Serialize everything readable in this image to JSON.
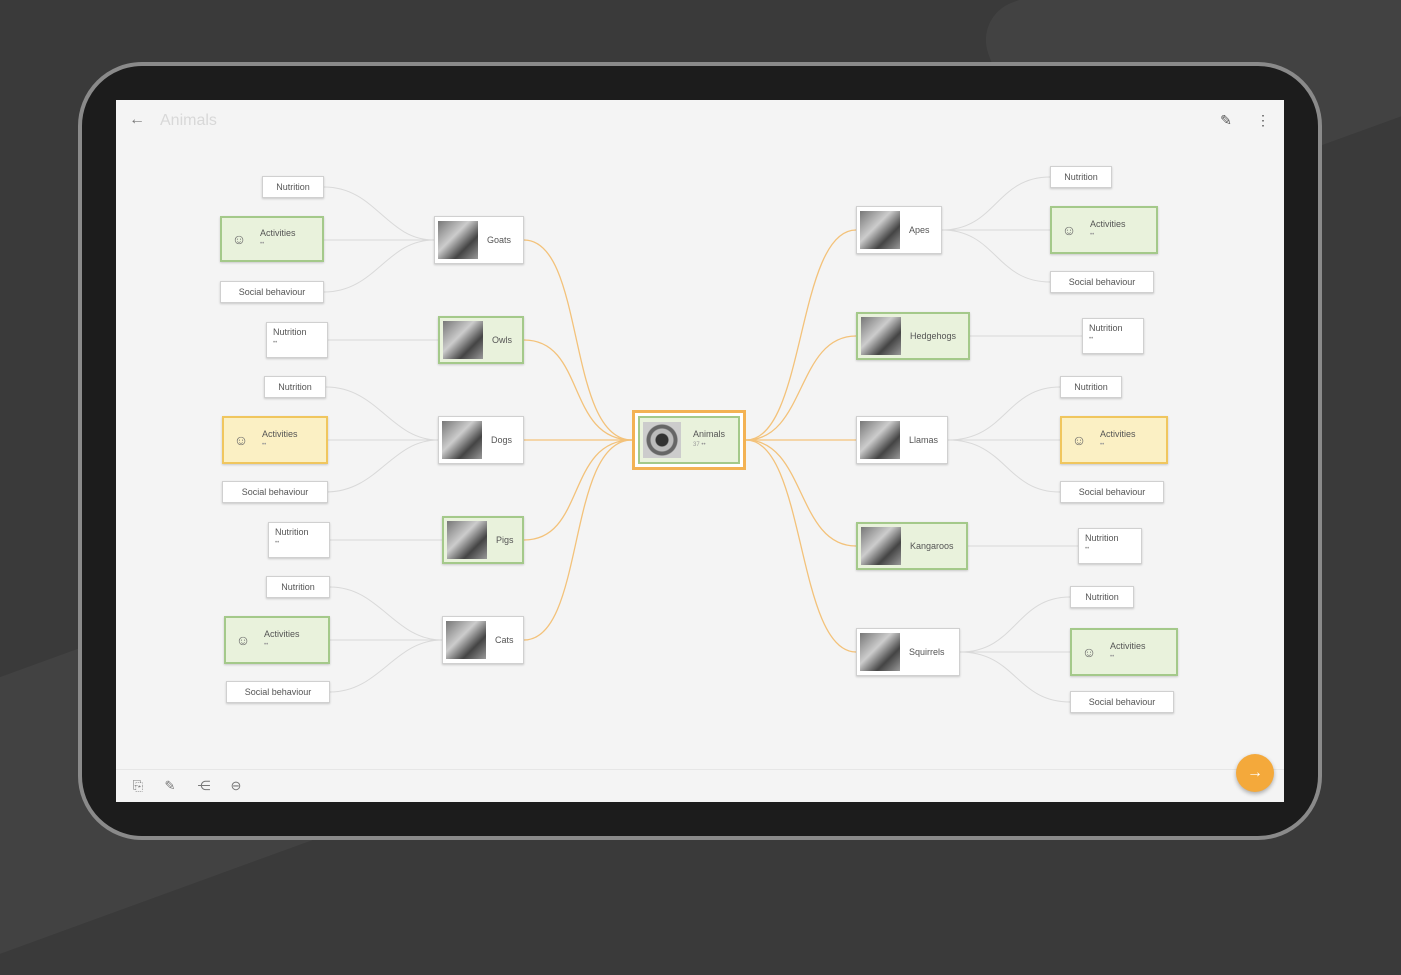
{
  "app": {
    "title": "Animals"
  },
  "toolbar": {
    "back_icon": "←",
    "edit_icon": "✎",
    "more_icon": "⋮"
  },
  "colors": {
    "accent": "#f4a93b",
    "green_node": "#e9f2dc",
    "green_border": "#a4c98a",
    "yellow_node": "#fbf0c4",
    "yellow_border": "#f0c65e",
    "link": "#f3b254"
  },
  "center": {
    "label": "Animals",
    "sub": "37 ••"
  },
  "animals": {
    "goats": "Goats",
    "owls": "Owls",
    "dogs": "Dogs",
    "pigs": "Pigs",
    "cats": "Cats",
    "apes": "Apes",
    "hedgehogs": "Hedgehogs",
    "llamas": "Llamas",
    "kangaroos": "Kangaroos",
    "squirrels": "Squirrels"
  },
  "leaves": {
    "nutrition": "Nutrition",
    "activities": "Activities",
    "social": "Social behaviour",
    "sub_small": "••"
  },
  "bottom_tools": [
    "attach-icon",
    "note-icon",
    "branch-icon",
    "collapse-icon"
  ],
  "fab_icon": "→"
}
